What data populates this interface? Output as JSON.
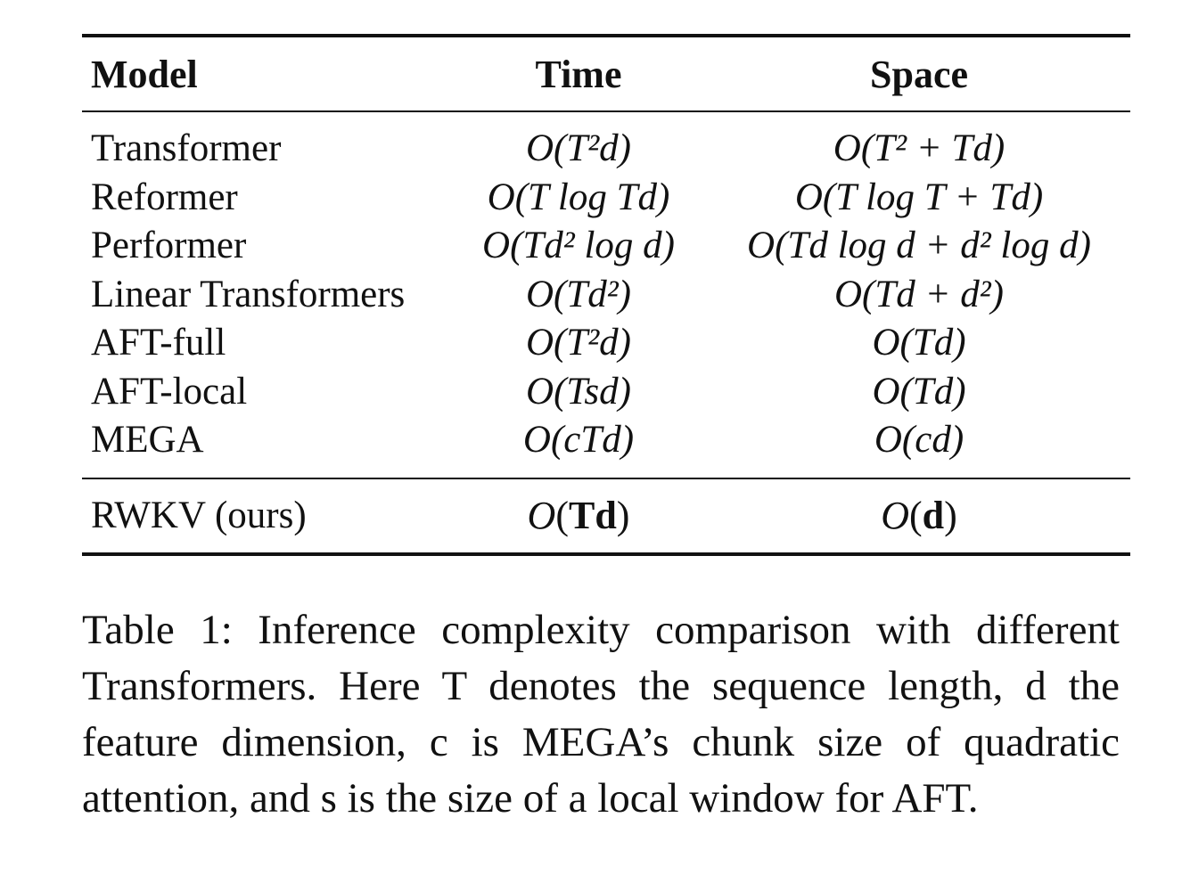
{
  "table": {
    "headers": {
      "model": "Model",
      "time": "Time",
      "space": "Space"
    },
    "rows": [
      {
        "model": "Transformer",
        "time": "O(T²d)",
        "space": "O(T² + Td)"
      },
      {
        "model": "Reformer",
        "time": "O(T log Td)",
        "space": "O(T log T + Td)"
      },
      {
        "model": "Performer",
        "time": "O(Td² log d)",
        "space": "O(Td log d + d² log d)"
      },
      {
        "model": "Linear Transformers",
        "time": "O(Td²)",
        "space": "O(Td + d²)"
      },
      {
        "model": "AFT-full",
        "time": "O(T²d)",
        "space": "O(Td)"
      },
      {
        "model": "AFT-local",
        "time": "O(Tsd)",
        "space": "O(Td)"
      },
      {
        "model": "MEGA",
        "time": "O(cTd)",
        "space": "O(cd)"
      }
    ],
    "ours": {
      "model": "RWKV (ours)",
      "time": "O(Td)",
      "space": "O(d)"
    }
  },
  "caption": {
    "label": "Table 1:",
    "text": "Inference complexity comparison with different Transformers.  Here T denotes the sequence length, d the feature dimension, c is MEGA’s chunk size of quadratic attention, and s is the size of a local window for AFT."
  }
}
